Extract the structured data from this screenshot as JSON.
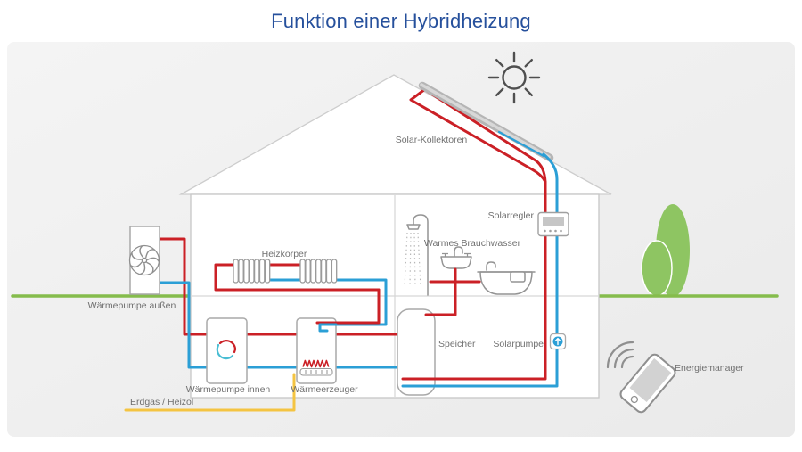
{
  "title": "Funktion einer Hybridheizung",
  "labels": {
    "solar_collectors": "Solar-Kollektoren",
    "solar_controller": "Solarregler",
    "warm_water": "Warmes Brauchwasser",
    "radiator": "Heizkörper",
    "heat_pump_outdoor": "Wärmepumpe außen",
    "storage": "Speicher",
    "solar_pump": "Solarpumpe",
    "heat_pump_indoor": "Wärmepumpe innen",
    "heat_generator": "Wärmeerzeuger",
    "gas_oil": "Erdgas / Heizöl",
    "energy_manager": "Energiemanager"
  },
  "colors": {
    "hot": "#cb2026",
    "cold": "#2b9fd6",
    "cycle_cyan": "#49bdd3",
    "fuel": "#f4c442",
    "ground": "#85bc4c",
    "bush": "#8ec562",
    "title": "#26509c",
    "label": "#707070"
  }
}
